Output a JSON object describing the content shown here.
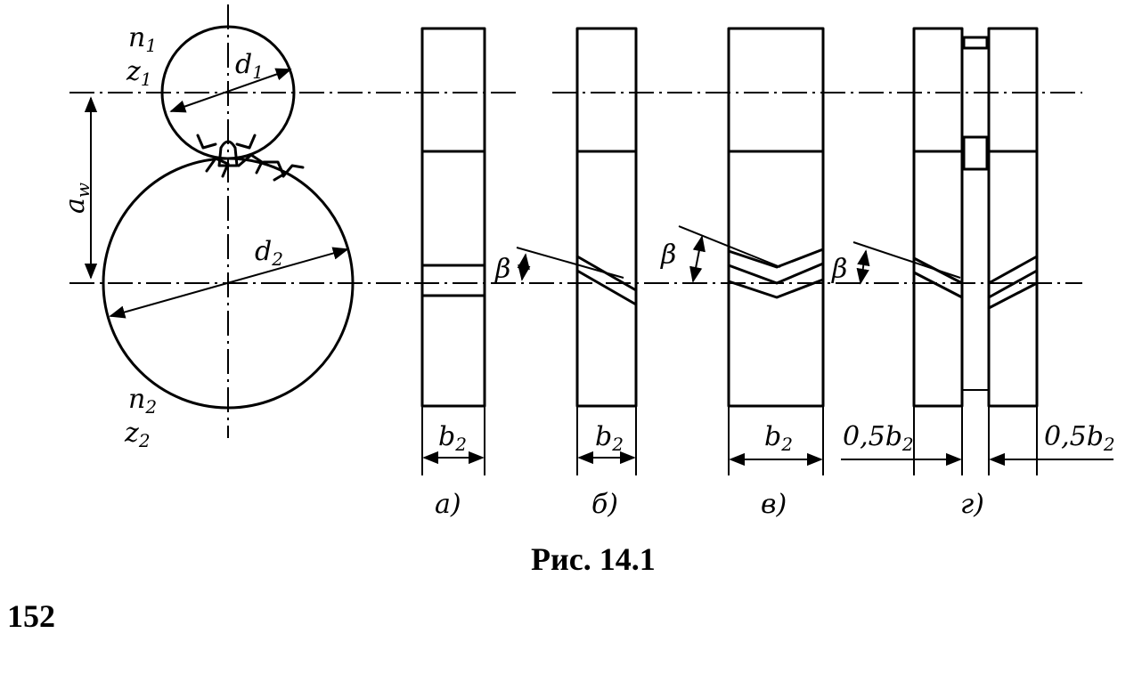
{
  "labels": {
    "n1": "n1",
    "z1": "z1",
    "d1": "d1",
    "aw": "aw",
    "d2": "d2",
    "n2": "n2",
    "z2": "z2",
    "beta": "β",
    "b2": "b2",
    "half_b2": "0,5b2"
  },
  "variants": [
    "а)",
    "б)",
    "в)",
    "г)"
  ],
  "caption": "Рис. 14.1",
  "page_number": "152"
}
